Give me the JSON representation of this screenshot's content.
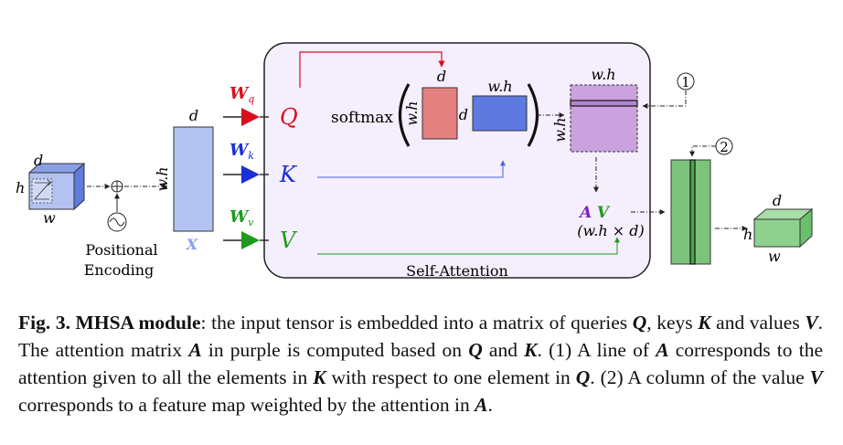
{
  "figure": {
    "input_tensor": {
      "h": "h",
      "w": "w",
      "d": "d"
    },
    "positional": {
      "line1": "Positional",
      "line2": "Encoding"
    },
    "x_matrix": {
      "rows": "w.h",
      "cols": "d",
      "name": "X"
    },
    "weights": {
      "q": {
        "name": "W",
        "sub": "q",
        "out": "Q",
        "color": "#d7101e"
      },
      "k": {
        "name": "W",
        "sub": "k",
        "out": "K",
        "color": "#1a2fd6"
      },
      "v": {
        "name": "W",
        "sub": "v",
        "out": "V",
        "color": "#1e9a1e"
      }
    },
    "attention_box": {
      "title": "Self-Attention",
      "softmax": "softmax",
      "q_block": {
        "rows": "w.h",
        "cols": "d"
      },
      "k_block": {
        "rows": "d",
        "cols": "w.h"
      },
      "a_matrix": {
        "rows": "w.h",
        "cols": "w.h"
      },
      "av_a": "A",
      "av_v": "V",
      "av_dims": "(w.h × d)",
      "colors": {
        "box_fill": "#f5eefc",
        "a_fill": "#c9a2de",
        "a_text": "#7b22c6"
      }
    },
    "markers": {
      "one": "1",
      "two": "2"
    },
    "output_tensor": {
      "h": "h",
      "w": "w",
      "d": "d"
    }
  },
  "caption": {
    "label": "Fig. 3.",
    "title": "MHSA module",
    "t1": ": the input tensor is embedded into a matrix of queries ",
    "Q": "Q",
    "t2": ", keys ",
    "K": "K",
    "t3": " and values ",
    "V": "V",
    "t4": ". The attention matrix ",
    "A": "A",
    "t5": " in purple is computed based on ",
    "t6": " and ",
    "t7": ". (1) A line of ",
    "t8": " corresponds to the attention given to all the elements in ",
    "t9": " with respect to one element in ",
    "t10": ". (2) A column of the value ",
    "t11": " corresponds to a feature map weighted by the attention in ",
    "t12": "."
  }
}
